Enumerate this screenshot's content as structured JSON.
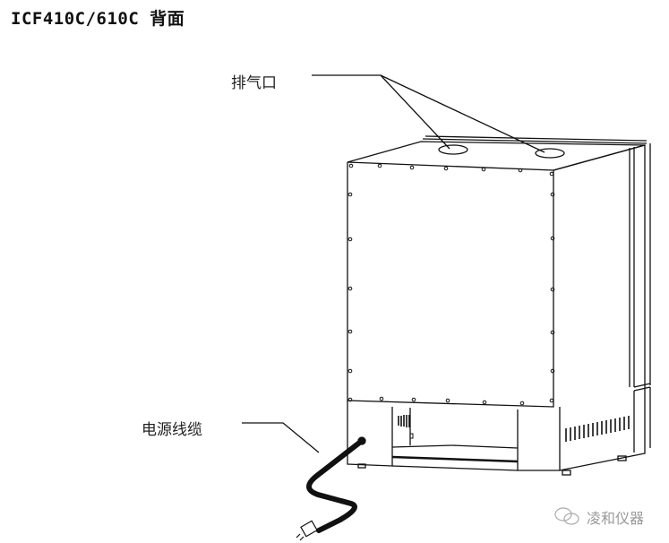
{
  "document": {
    "title": "ICF410C/610C 背面",
    "callouts": [
      {
        "id": "vents",
        "label": "排气口"
      },
      {
        "id": "power-cable",
        "label": "电源线缆"
      }
    ],
    "watermark": {
      "text": "凌和仪器",
      "icon": "wechat-icon"
    }
  }
}
